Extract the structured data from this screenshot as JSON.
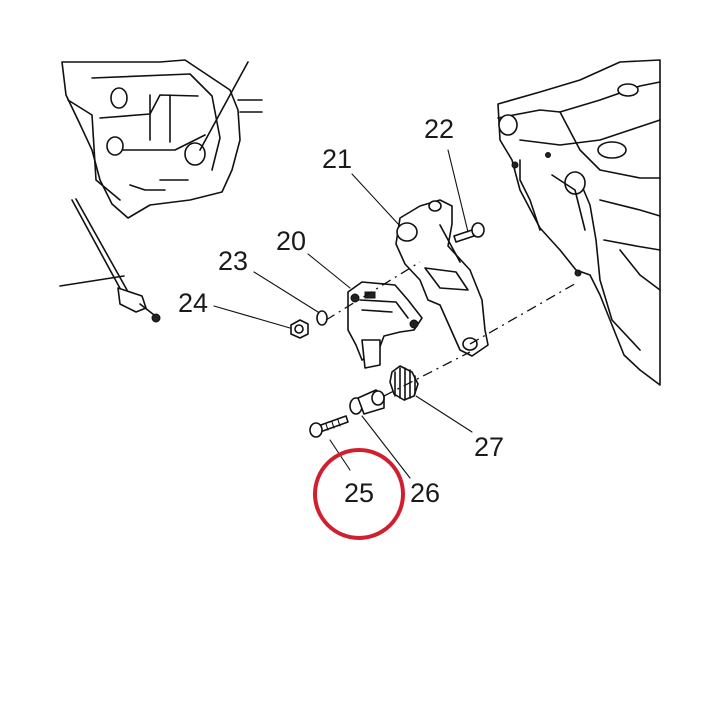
{
  "callouts": [
    {
      "id": "20",
      "text": "20"
    },
    {
      "id": "21",
      "text": "21"
    },
    {
      "id": "22",
      "text": "22"
    },
    {
      "id": "23",
      "text": "23"
    },
    {
      "id": "24",
      "text": "24"
    },
    {
      "id": "25",
      "text": "25"
    },
    {
      "id": "26",
      "text": "26"
    },
    {
      "id": "27",
      "text": "27"
    }
  ],
  "highlight": {
    "target": "25",
    "color": "#d0202f"
  },
  "line_color": "#111111"
}
